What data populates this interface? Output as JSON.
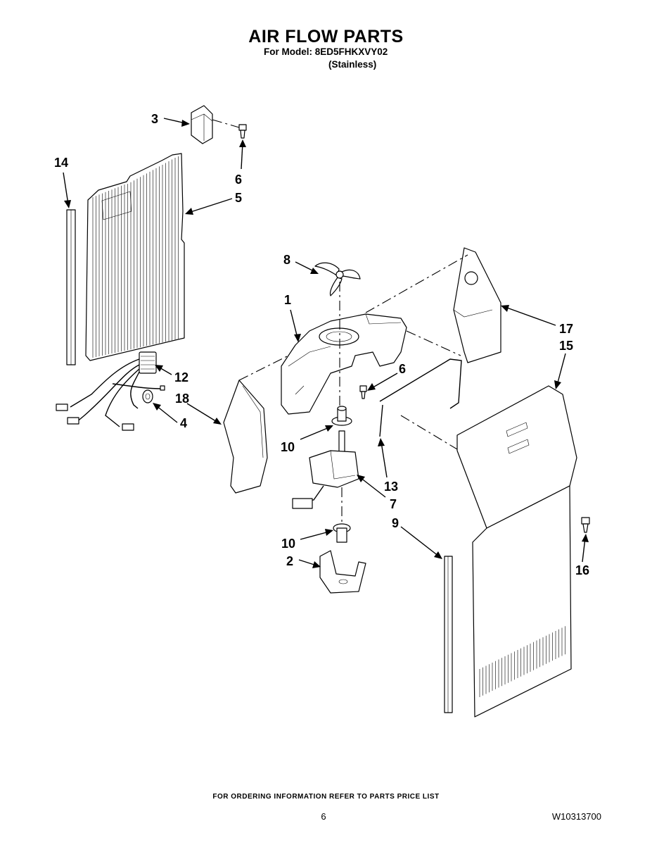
{
  "header": {
    "title": "AIR FLOW PARTS",
    "model_line": "For Model: 8ED5FHKXVY02",
    "finish_line": "(Stainless)"
  },
  "callouts": {
    "c1": "1",
    "c2": "2",
    "c3": "3",
    "c4": "4",
    "c5": "5",
    "c6a": "6",
    "c6b": "6",
    "c7": "7",
    "c8": "8",
    "c9": "9",
    "c10a": "10",
    "c10b": "10",
    "c12": "12",
    "c13": "13",
    "c14": "14",
    "c15": "15",
    "c16": "16",
    "c17": "17",
    "c18": "18"
  },
  "footer": {
    "ordering_note": "FOR ORDERING INFORMATION REFER TO PARTS PRICE LIST",
    "page_number": "6",
    "document_number": "W10313700"
  }
}
